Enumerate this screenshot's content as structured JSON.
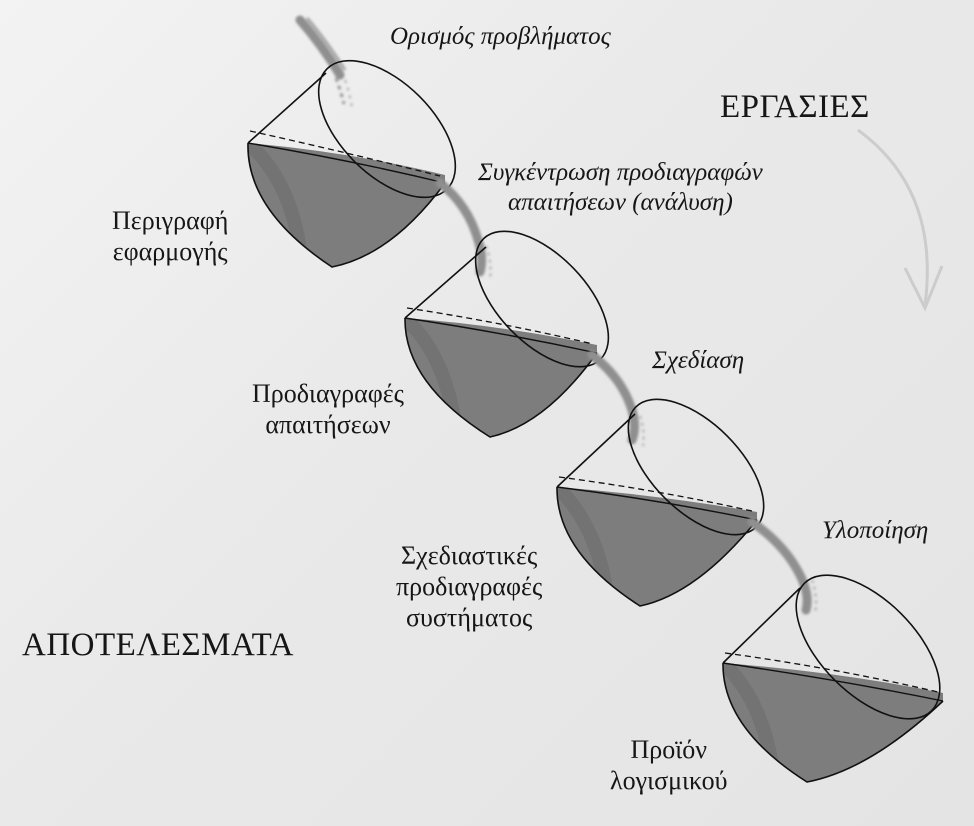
{
  "header": {
    "tasks_label": "ΕΡΓΑΣΙΕΣ",
    "results_label": "ΑΠΟΤΕΛΕΣΜΑΤΑ"
  },
  "tasks": [
    {
      "id": "problem-definition",
      "lines": [
        "Ορισμός προβλήματος"
      ]
    },
    {
      "id": "requirements-gathering",
      "lines": [
        "Συγκέντρωση προδιαγραφών",
        "απαιτήσεων (ανάλυση)"
      ]
    },
    {
      "id": "design",
      "lines": [
        "Σχεδίαση"
      ]
    },
    {
      "id": "implementation",
      "lines": [
        "Υλοποίηση"
      ]
    }
  ],
  "results": [
    {
      "id": "application-description",
      "lines": [
        "Περιγραφή",
        "εφαρμογής"
      ]
    },
    {
      "id": "requirements-specification",
      "lines": [
        "Προδιαγραφές",
        "απαιτήσεων"
      ]
    },
    {
      "id": "system-design-specification",
      "lines": [
        "Σχεδιαστικές",
        "προδιαγραφές",
        "συστήματος"
      ]
    },
    {
      "id": "software-product",
      "lines": [
        "Προϊόν",
        "λογισμικού"
      ]
    }
  ],
  "colors": {
    "liquid": "#7d7d7d",
    "stream": "#8f8f8f",
    "outline": "#111111",
    "text": "#161616"
  }
}
